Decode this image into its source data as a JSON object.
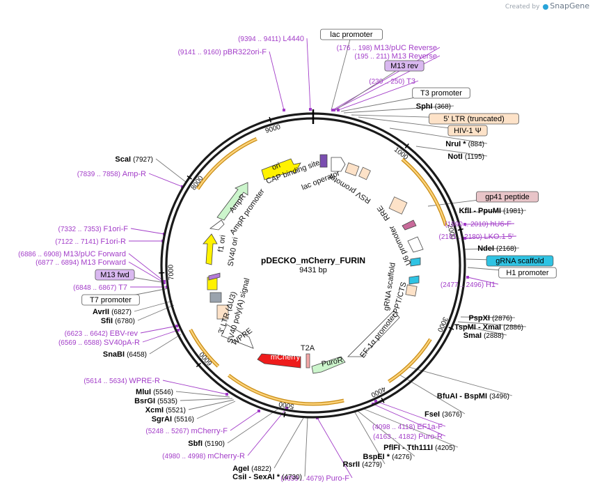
{
  "credit": {
    "prefix": "Created by",
    "brand": "SnapGene"
  },
  "plasmid": {
    "name": "pDECKO_mCherry_FURIN",
    "size": "9431 bp",
    "length": 9431
  },
  "ticks": [
    "1000",
    "2000",
    "3000",
    "4000",
    "5000",
    "6000",
    "7000",
    "8000",
    "9000"
  ],
  "features": [
    {
      "label": "ori",
      "color": "#fff200"
    },
    {
      "label": "AmpR",
      "color": "#ccf5cc"
    },
    {
      "label": "AmpR promoter",
      "color": "#ffffff"
    },
    {
      "label": "f1 ori",
      "color": "#fff200"
    },
    {
      "label": "SV40 ori",
      "color": "#ffffff"
    },
    {
      "label": "SV40 poly(A) signal",
      "color": "#ffffff"
    },
    {
      "label": "3' LTR (ΔU3)",
      "color": "#fde2c8"
    },
    {
      "label": "WPRE",
      "color": "#ffffff"
    },
    {
      "label": "mCherry",
      "color": "#ee1c1c"
    },
    {
      "label": "T2A",
      "color": "#f4a7a7"
    },
    {
      "label": "PuroR",
      "color": "#ccf5cc"
    },
    {
      "label": "EF-1α promoter",
      "color": "#ffffff"
    },
    {
      "label": "cPPT/CTS",
      "color": "#fde2c8"
    },
    {
      "label": "gRNA scaffold",
      "color": "#2fc3e3"
    },
    {
      "label": "U6 promoter",
      "color": "#ffffff"
    },
    {
      "label": "RRE",
      "color": "#fde2c8"
    },
    {
      "label": "RSV promoter",
      "color": "#ffffff"
    },
    {
      "label": "CAP binding site",
      "color": "#ffffff"
    },
    {
      "label": "lac operator",
      "color": "#ffffff"
    }
  ],
  "labels": [
    {
      "name": "L4440",
      "coords": "(9394 .. 9411)",
      "kind": "primer"
    },
    {
      "name": "pBR322ori-F",
      "coords": "(9141 .. 9160)",
      "kind": "primer"
    },
    {
      "name": "lac promoter",
      "kind": "boxed",
      "box": "#ffffff"
    },
    {
      "name": "M13/pUC Reverse",
      "coords": "(176 .. 198)",
      "kind": "primer"
    },
    {
      "name": "M13 Reverse",
      "coords": "(195 .. 211)",
      "kind": "primer"
    },
    {
      "name": "M13 rev",
      "kind": "boxed",
      "box": "#d9b8f0"
    },
    {
      "name": "T3",
      "coords": "(230 .. 250)",
      "kind": "primer"
    },
    {
      "name": "T3 promoter",
      "kind": "boxed",
      "box": "#ffffff"
    },
    {
      "name": "SphI",
      "coords": "(368)",
      "kind": "enzyme"
    },
    {
      "name": "5' LTR (truncated)",
      "kind": "boxed",
      "box": "#fde2c8"
    },
    {
      "name": "HIV-1 Ψ",
      "kind": "boxed",
      "box": "#fde2c8"
    },
    {
      "name": "NruI *",
      "coords": "(884)",
      "kind": "enzyme"
    },
    {
      "name": "NotI",
      "coords": "(1195)",
      "kind": "enzyme"
    },
    {
      "name": "gp41 peptide",
      "kind": "boxed",
      "box": "#e8c4c8"
    },
    {
      "name": "KflI  - PpuMI",
      "coords": "(1981)",
      "kind": "enzyme"
    },
    {
      "name": "hU6-F",
      "coords": "(1990 .. 2010)",
      "kind": "primer"
    },
    {
      "name": "LKO.1 5'",
      "coords": "(2161 .. 2180)",
      "kind": "primer"
    },
    {
      "name": "NdeI",
      "coords": "(2168)",
      "kind": "enzyme"
    },
    {
      "name": "gRNA scaffold",
      "kind": "boxed",
      "box": "#2fc3e3"
    },
    {
      "name": "H1 promoter",
      "kind": "boxed",
      "box": "#ffffff"
    },
    {
      "name": "H1",
      "coords": "(2477 .. 2496)",
      "kind": "primer"
    },
    {
      "name": "PspXI",
      "coords": "(2876)",
      "kind": "enzyme"
    },
    {
      "name": "TspMI  - XmaI",
      "coords": "(2886)",
      "kind": "enzyme"
    },
    {
      "name": "SmaI",
      "coords": "(2888)",
      "kind": "enzyme"
    },
    {
      "name": "BfuAI  - BspMI",
      "coords": "(3496)",
      "kind": "enzyme"
    },
    {
      "name": "FseI",
      "coords": "(3676)",
      "kind": "enzyme"
    },
    {
      "name": "EF1a-F",
      "coords": "(4098 .. 4118)",
      "kind": "primer"
    },
    {
      "name": "Puro-R",
      "coords": "(4163 .. 4182)",
      "kind": "primer"
    },
    {
      "name": "PflFI  - Tth111I",
      "coords": "(4205)",
      "kind": "enzyme"
    },
    {
      "name": "BspEI *",
      "coords": "(4276)",
      "kind": "enzyme"
    },
    {
      "name": "RsrII",
      "coords": "(4279)",
      "kind": "enzyme"
    },
    {
      "name": "Puro-F",
      "coords": "(4659 .. 4679)",
      "kind": "primer"
    },
    {
      "name": "CsiI  - SexAI *",
      "coords": "(4730)",
      "kind": "enzyme"
    },
    {
      "name": "AgeI",
      "coords": "(4822)",
      "kind": "enzyme"
    },
    {
      "name": "mCherry-R",
      "coords": "(4980 .. 4998)",
      "kind": "primer"
    },
    {
      "name": "SbfI",
      "coords": "(5190)",
      "kind": "enzyme"
    },
    {
      "name": "mCherry-F",
      "coords": "(5248 .. 5267)",
      "kind": "primer"
    },
    {
      "name": "SgrAI",
      "coords": "(5516)",
      "kind": "enzyme"
    },
    {
      "name": "XcmI",
      "coords": "(5521)",
      "kind": "enzyme"
    },
    {
      "name": "BsrGI",
      "coords": "(5535)",
      "kind": "enzyme"
    },
    {
      "name": "MluI",
      "coords": "(5546)",
      "kind": "enzyme"
    },
    {
      "name": "WPRE-R",
      "coords": "(5614 .. 5634)",
      "kind": "primer"
    },
    {
      "name": "SnaBI",
      "coords": "(6458)",
      "kind": "enzyme"
    },
    {
      "name": "SV40pA-R",
      "coords": "(6569 .. 6588)",
      "kind": "primer"
    },
    {
      "name": "EBV-rev",
      "coords": "(6623 .. 6642)",
      "kind": "primer"
    },
    {
      "name": "SfiI",
      "coords": "(6780)",
      "kind": "enzyme"
    },
    {
      "name": "AvrII",
      "coords": "(6827)",
      "kind": "enzyme"
    },
    {
      "name": "T7 promoter",
      "kind": "boxed",
      "box": "#ffffff"
    },
    {
      "name": "T7",
      "coords": "(6848 .. 6867)",
      "kind": "primer"
    },
    {
      "name": "M13 fwd",
      "kind": "boxed",
      "box": "#d9b8f0"
    },
    {
      "name": "M13 Forward",
      "coords": "(6877 .. 6894)",
      "kind": "primer"
    },
    {
      "name": "M13/pUC Forward",
      "coords": "(6886 .. 6908)",
      "kind": "primer"
    },
    {
      "name": "F1ori-R",
      "coords": "(7122 .. 7141)",
      "kind": "primer"
    },
    {
      "name": "F1ori-F",
      "coords": "(7332 .. 7353)",
      "kind": "primer"
    },
    {
      "name": "Amp-R",
      "coords": "(7839 .. 7858)",
      "kind": "primer"
    },
    {
      "name": "ScaI",
      "coords": "(7927)",
      "kind": "enzyme"
    }
  ],
  "colors": {
    "primer": "#a23cc8",
    "enzyme": "#000000",
    "backbone": "#1a1a1a",
    "orf": "#f0a81e"
  }
}
